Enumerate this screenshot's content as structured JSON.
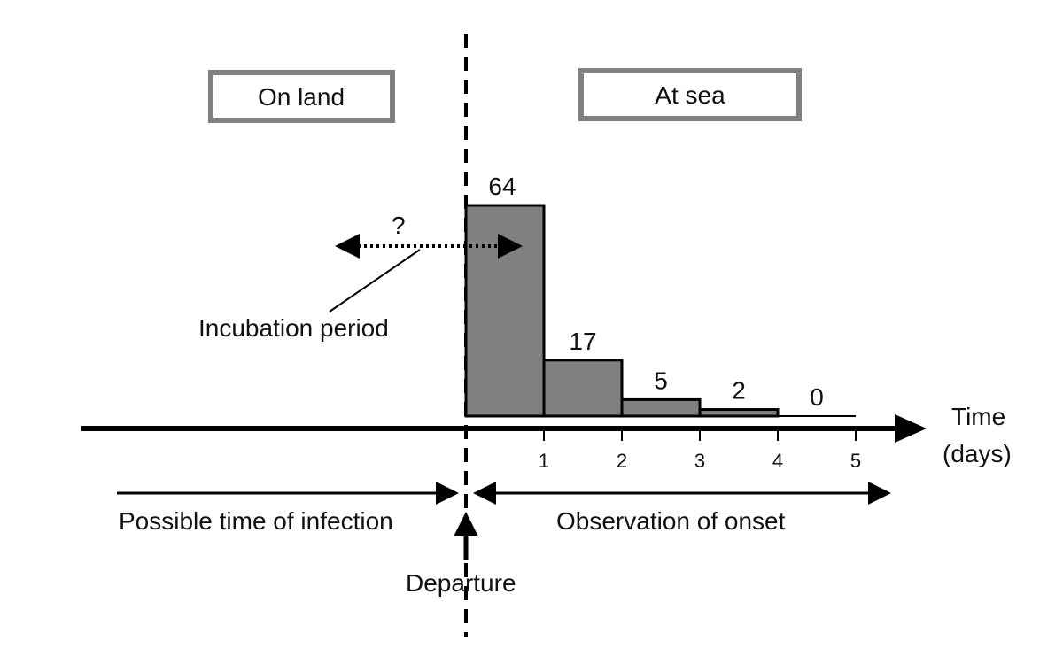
{
  "regions": {
    "land": "On land",
    "sea": "At sea"
  },
  "axis": {
    "label_line1": "Time",
    "label_line2": "(days)",
    "ticks": [
      "1",
      "2",
      "3",
      "4",
      "5"
    ]
  },
  "chart_data": {
    "type": "bar",
    "xlabel": "Time (days)",
    "bins": [
      [
        0,
        1
      ],
      [
        1,
        2
      ],
      [
        2,
        3
      ],
      [
        3,
        4
      ],
      [
        4,
        5
      ]
    ],
    "values": [
      64,
      17,
      5,
      2,
      0
    ],
    "ylim": [
      0,
      64
    ]
  },
  "incubation": {
    "question_mark": "?",
    "label": "Incubation period"
  },
  "bottom": {
    "left": "Possible time of infection",
    "right": "Observation of onset",
    "departure": "Departure"
  },
  "colors": {
    "bar_fill": "#808080",
    "box_border": "#808080"
  }
}
